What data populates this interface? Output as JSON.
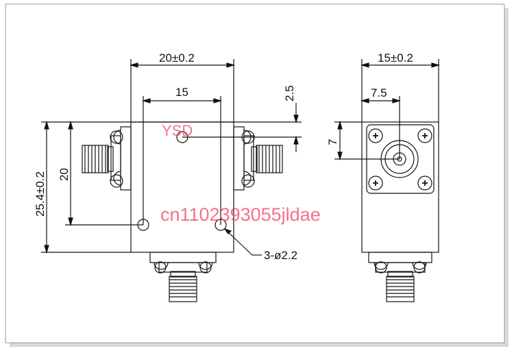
{
  "front_view": {
    "width_label": "20±0.2",
    "hole_spacing_label": "15",
    "top_offset_label": "2.5",
    "hole_vertical_label": "20",
    "height_label": "25.4±0.2",
    "holes_label": "3-ø2.2"
  },
  "side_view": {
    "width_label": "15±0.2",
    "center_label": "7.5",
    "connector_height_label": "7"
  },
  "watermarks": {
    "brand": "YSD",
    "seller": "cn1102393055jldae"
  },
  "colors": {
    "line": "#111111",
    "watermark": "#f04a6a"
  }
}
